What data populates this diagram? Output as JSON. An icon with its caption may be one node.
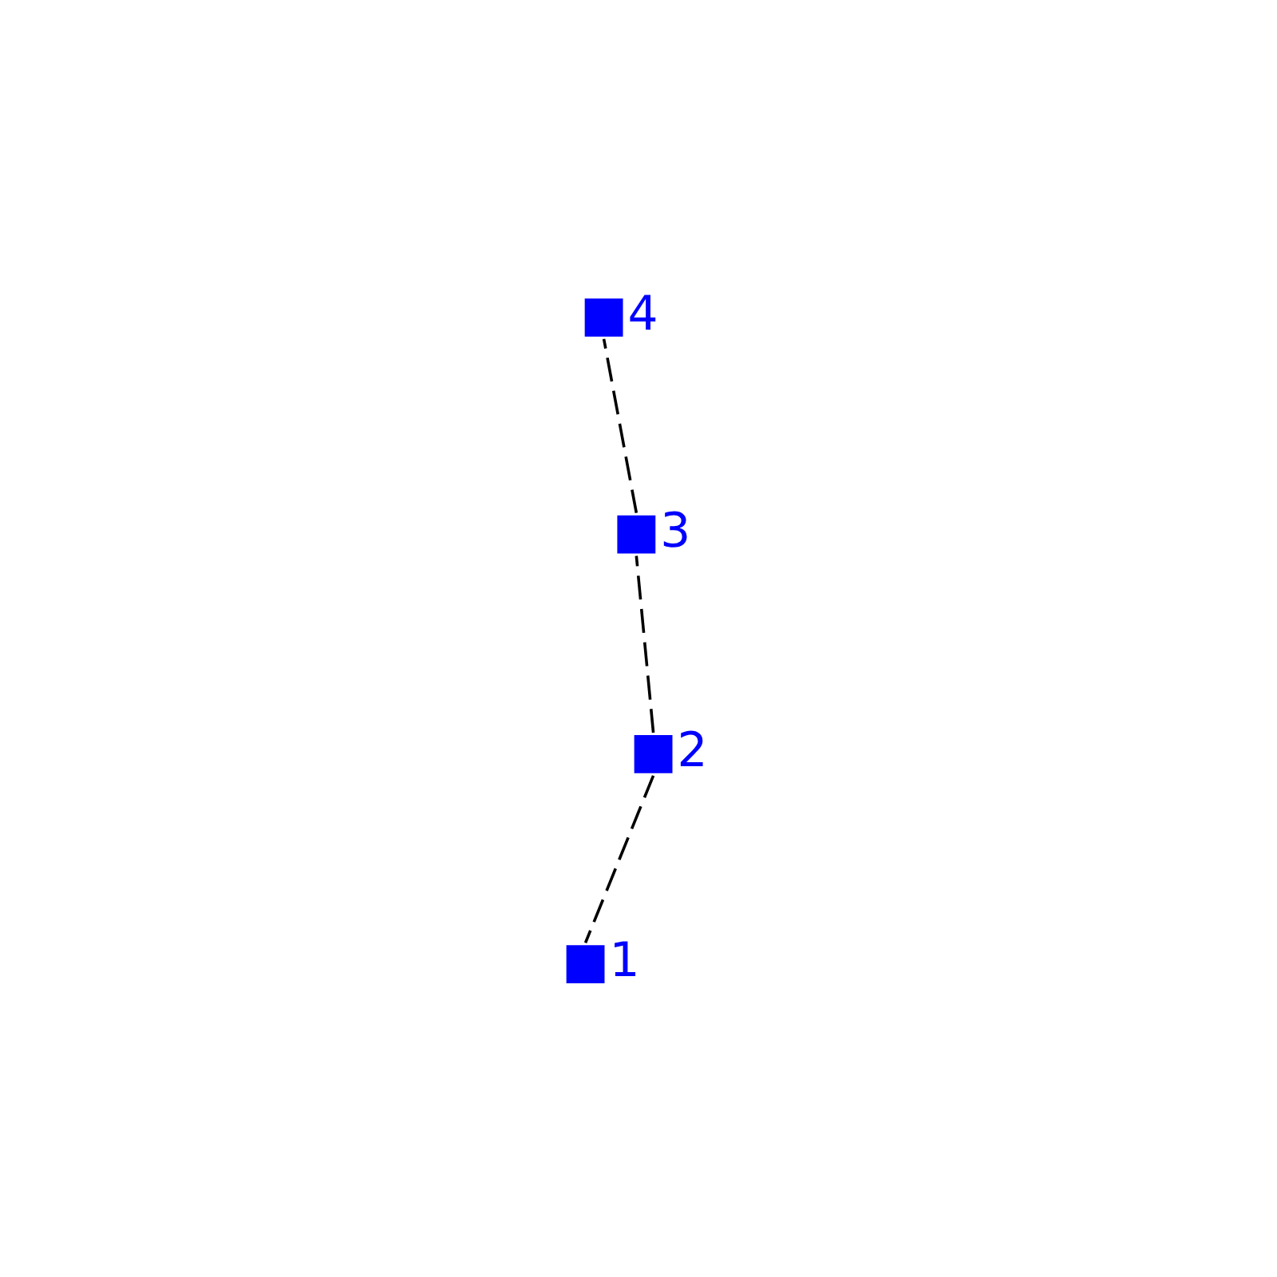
{
  "diagram": {
    "nodes": [
      {
        "text": [
          "1"
        ]
      },
      {
        "text": [
          "2"
        ]
      },
      {
        "text": [
          "3"
        ]
      },
      {
        "text": [
          "4"
        ]
      }
    ],
    "edges": [
      {
        "from": 1,
        "to": 0,
        "arrow": "none",
        "style": "dashed"
      },
      {
        "from": 1,
        "to": 2,
        "arrow": "none",
        "style": "dashed"
      },
      {
        "from": 2,
        "to": 3,
        "arrow": "none",
        "style": "dashed"
      }
    ]
  }
}
